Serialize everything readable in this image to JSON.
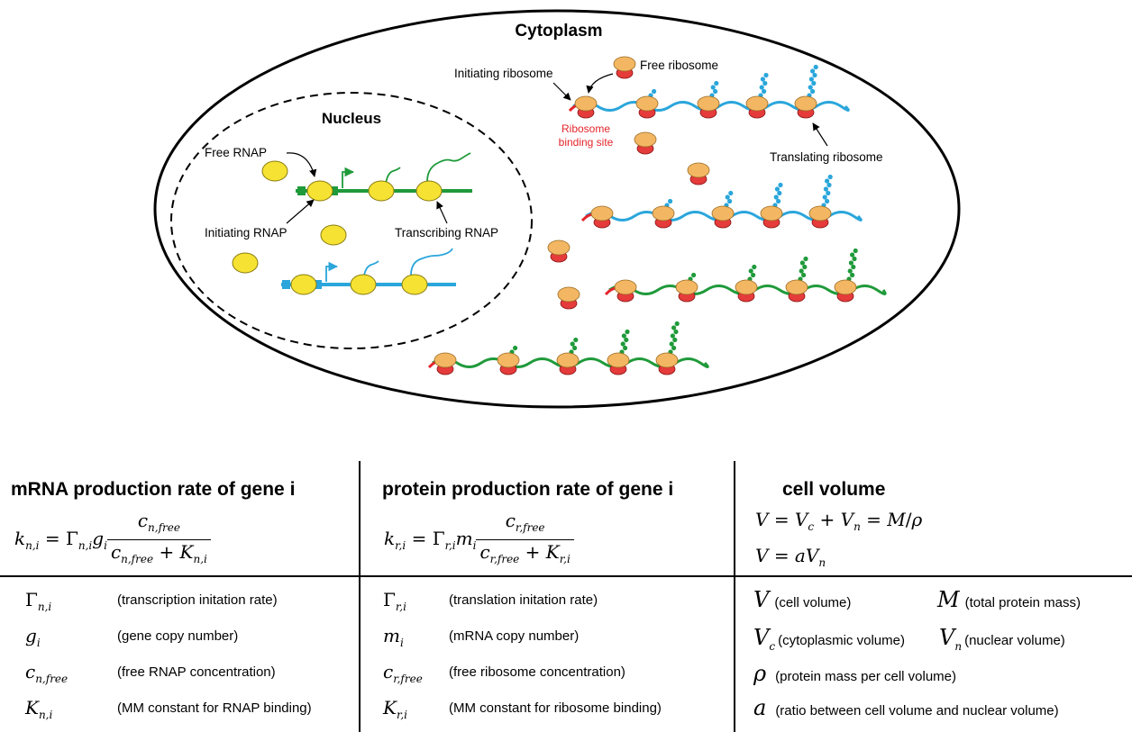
{
  "diagram": {
    "cytoplasm_title": "Cytoplasm",
    "nucleus_title": "Nucleus",
    "labels": {
      "free_rnap": "Free RNAP",
      "initiating_rnap": "Initiating RNAP",
      "transcribing_rnap": "Transcribing RNAP",
      "initiating_ribosome": "Initiating ribosome",
      "free_ribosome": "Free ribosome",
      "rbs_line1": "Ribosome",
      "rbs_line2": "binding site",
      "translating_ribosome": "Translating ribosome"
    },
    "colors": {
      "rnap": "#f5e232",
      "ribosome_top": "#f3b764",
      "ribosome_bottom": "#e53b3b",
      "mrna_blue": "#2aa6db",
      "mrna_green": "#1f9a3a",
      "rbs_red": "#e3242b"
    }
  },
  "panels": {
    "mrna": {
      "title": "mRNA production rate of gene i",
      "legend": [
        {
          "desc": "(transcription initation rate)"
        },
        {
          "desc": "(gene copy number)"
        },
        {
          "desc": "(free RNAP concentration)"
        },
        {
          "desc": "(MM constant for RNAP binding)"
        }
      ]
    },
    "protein": {
      "title": "protein production rate of gene i",
      "legend": [
        {
          "desc": "(translation initation rate)"
        },
        {
          "desc": "(mRNA copy number)"
        },
        {
          "desc": "(free ribosome concentration)"
        },
        {
          "desc": "(MM constant for ribosome binding)"
        }
      ]
    },
    "volume": {
      "title": "cell volume",
      "legend": [
        {
          "desc": "(cell volume)"
        },
        {
          "desc": "(total protein mass)"
        },
        {
          "desc": "(cytoplasmic volume)"
        },
        {
          "desc": "(nuclear volume)"
        },
        {
          "desc": "(protein mass per cell volume)"
        },
        {
          "desc": "(ratio between cell volume and nuclear volume)"
        }
      ]
    }
  }
}
